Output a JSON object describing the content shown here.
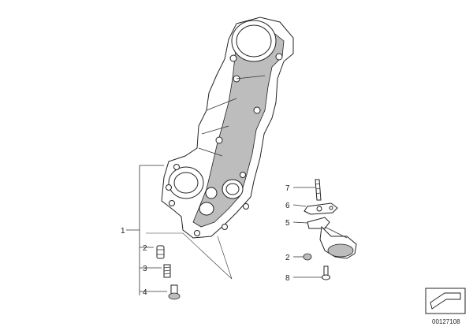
{
  "callouts": {
    "left": [
      "1",
      "2",
      "3",
      "4"
    ],
    "right": [
      "7",
      "6",
      "5",
      "2",
      "8"
    ]
  },
  "reference_number": "00127108",
  "colors": {
    "line": "#222222",
    "shade": "#bdbdbd",
    "background": "#ffffff"
  },
  "icons": {
    "corner_badge": "arrow-badge-icon"
  }
}
